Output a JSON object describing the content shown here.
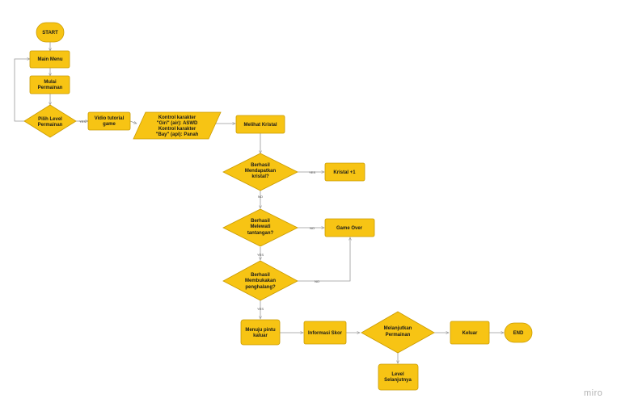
{
  "colors": {
    "fill": "#f7c414",
    "stroke": "#c99a00",
    "edge": "#999999",
    "text": "#1a1a1a"
  },
  "nodes": {
    "start": "START",
    "main_menu": "Main Menu",
    "mulai": [
      "Mulai",
      "Permainan"
    ],
    "pilih_level": [
      "Pilih Level",
      "Permainan"
    ],
    "video": [
      "Vidio tutorial",
      "game"
    ],
    "kontrol": [
      "Kontrol karakter",
      "\"Giri\" (air): ASWD",
      "Kontrol karakter",
      "\"Bay\" (api): Panah"
    ],
    "melihat": "Melihat Kristal",
    "berhasil_kristal": [
      "Berhasil",
      "Mendapatkan",
      "kristal?"
    ],
    "kristal_plus": "Kristal +1",
    "berhasil_tantangan": [
      "Berhasil",
      "Melewati",
      "tantangan?"
    ],
    "game_over": "Game Over",
    "berhasil_penghalang": [
      "Berhasil",
      "Membukakan",
      "penghalang?"
    ],
    "menuju": [
      "Menuju pintu",
      "kaluar"
    ],
    "informasi": "Informasi Skor",
    "melanjutkan": [
      "Melanjutkan",
      "Permainan"
    ],
    "keluar": "Keluar",
    "level_selanjutnya": [
      "Level",
      "Selanjutnya"
    ],
    "end": "END"
  },
  "edge_labels": {
    "yes": "YES",
    "no": "NO"
  },
  "watermark": "miro"
}
